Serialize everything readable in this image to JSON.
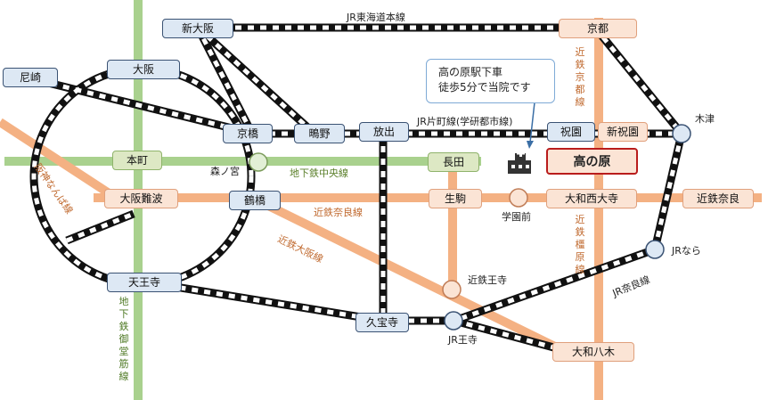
{
  "callout": {
    "line1": "高の原駅下車",
    "line2": "徒歩5分で当院です"
  },
  "stations": {
    "shin_osaka": "新大阪",
    "kyoto": "京都",
    "amagasaki": "尼崎",
    "osaka": "大阪",
    "kyobashi": "京橋",
    "shigino": "鴫野",
    "hanaten": "放出",
    "hosono": "祝園",
    "shin_hosono": "新祝園",
    "kizu": "木津",
    "honmachi": "本町",
    "morinomiya": "森ノ宮",
    "nagata": "長田",
    "takanohara": "高の原",
    "osaka_namba": "大阪難波",
    "tsuruhashi": "鶴橋",
    "ikoma": "生駒",
    "gakuenmae": "学園前",
    "yamato_saidaiji": "大和西大寺",
    "kintetsu_nara": "近鉄奈良",
    "jr_nara": "JRなら",
    "kintetsu_oji": "近鉄王寺",
    "tennoji": "天王寺",
    "kyuhoji": "久宝寺",
    "jr_oji": "JR王寺",
    "yamato_yagi": "大和八木"
  },
  "lines": {
    "jr_tokaido": "JR東海道本線",
    "jr_katamachi": "JR片町線(学研都市線)",
    "chuo": "地下鉄中央線",
    "kintetsu_nara": "近鉄奈良線",
    "kintetsu_osaka": "近鉄大阪線",
    "jr_nara": "JR奈良線",
    "hanshin_namba": "阪神なんば線",
    "kintetsu_kyoto": "近鉄京都線",
    "kintetsu_kashihara": "近鉄橿原線",
    "midosuji": "地下鉄御堂筋線"
  },
  "colors": {
    "jr": "#111111",
    "kintetsu": "#f4b183",
    "subway": "#a9d18e",
    "jr_station": "#dde8f4",
    "highlight": "#b91c1c"
  },
  "icons": {
    "hospital": "hospital-icon"
  }
}
